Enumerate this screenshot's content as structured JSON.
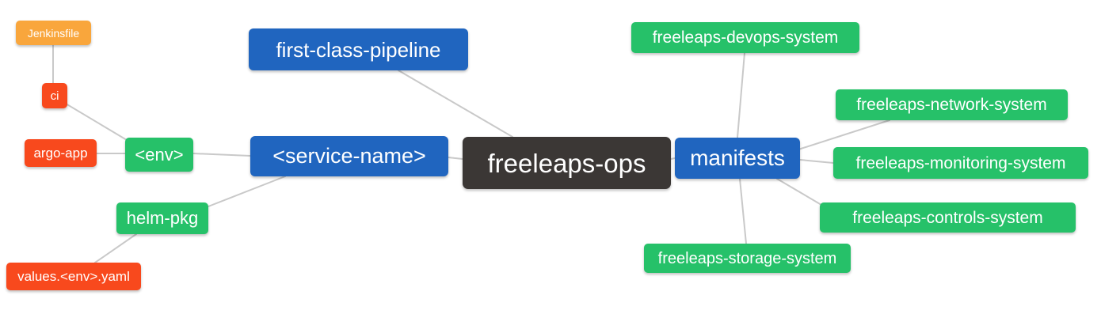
{
  "palette": {
    "blue": "#2065BF",
    "green": "#26C169",
    "orange": "#F9A63C",
    "red": "#F8491D",
    "dark": "#3B3735",
    "edge": "#C9C9C9",
    "node_text": "#FFFFFF",
    "background": "#FFFFFF"
  },
  "diagram": {
    "nodes": [
      {
        "id": "jenkinsfile",
        "label": "Jenkinsfile",
        "color": "orange"
      },
      {
        "id": "ci",
        "label": "ci",
        "color": "red"
      },
      {
        "id": "argo-app",
        "label": "argo-app",
        "color": "red"
      },
      {
        "id": "env",
        "label": "<env>",
        "color": "green"
      },
      {
        "id": "helm-pkg",
        "label": "helm-pkg",
        "color": "green"
      },
      {
        "id": "values-env-yaml",
        "label": "values.<env>.yaml",
        "color": "red"
      },
      {
        "id": "first-class-pipeline",
        "label": "first-class-pipeline",
        "color": "blue"
      },
      {
        "id": "service-name",
        "label": "<service-name>",
        "color": "blue"
      },
      {
        "id": "freeleaps-ops",
        "label": "freeleaps-ops",
        "color": "dark"
      },
      {
        "id": "manifests",
        "label": "manifests",
        "color": "blue"
      },
      {
        "id": "freeleaps-devops-system",
        "label": "freeleaps-devops-system",
        "color": "green"
      },
      {
        "id": "freeleaps-network-system",
        "label": "freeleaps-network-system",
        "color": "green"
      },
      {
        "id": "freeleaps-monitoring-system",
        "label": "freeleaps-monitoring-system",
        "color": "green"
      },
      {
        "id": "freeleaps-controls-system",
        "label": "freeleaps-controls-system",
        "color": "green"
      },
      {
        "id": "freeleaps-storage-system",
        "label": "freeleaps-storage-system",
        "color": "green"
      }
    ],
    "edges": [
      {
        "from": "jenkinsfile",
        "to": "ci"
      },
      {
        "from": "ci",
        "to": "env"
      },
      {
        "from": "argo-app",
        "to": "env"
      },
      {
        "from": "env",
        "to": "service-name"
      },
      {
        "from": "helm-pkg",
        "to": "service-name"
      },
      {
        "from": "values-env-yaml",
        "to": "helm-pkg"
      },
      {
        "from": "first-class-pipeline",
        "to": "freeleaps-ops"
      },
      {
        "from": "service-name",
        "to": "freeleaps-ops"
      },
      {
        "from": "freeleaps-ops",
        "to": "manifests"
      },
      {
        "from": "freeleaps-devops-system",
        "to": "manifests"
      },
      {
        "from": "manifests",
        "to": "freeleaps-network-system"
      },
      {
        "from": "manifests",
        "to": "freeleaps-monitoring-system"
      },
      {
        "from": "manifests",
        "to": "freeleaps-controls-system"
      },
      {
        "from": "manifests",
        "to": "freeleaps-storage-system"
      }
    ]
  }
}
